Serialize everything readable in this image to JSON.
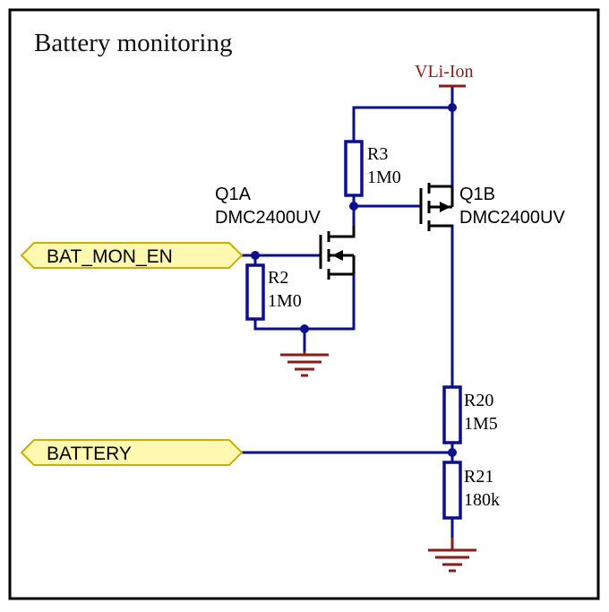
{
  "title": "Battery monitoring",
  "power": {
    "label": "VLi-Ion"
  },
  "ports": {
    "bat_mon_en": "BAT_MON_EN",
    "battery": "BATTERY"
  },
  "transistors": {
    "q1a": {
      "ref": "Q1A",
      "part": "DMC2400UV"
    },
    "q1b": {
      "ref": "Q1B",
      "part": "DMC2400UV"
    }
  },
  "resistors": {
    "r2": {
      "ref": "R2",
      "value": "1M0"
    },
    "r3": {
      "ref": "R3",
      "value": "1M0"
    },
    "r20": {
      "ref": "R20",
      "value": "1M5"
    },
    "r21": {
      "ref": "R21",
      "value": "180k"
    }
  },
  "colors": {
    "wire": "#0a0f8c",
    "ground": "#8b1a1a",
    "port_fill": "#fff8b0",
    "device": "#000000"
  }
}
